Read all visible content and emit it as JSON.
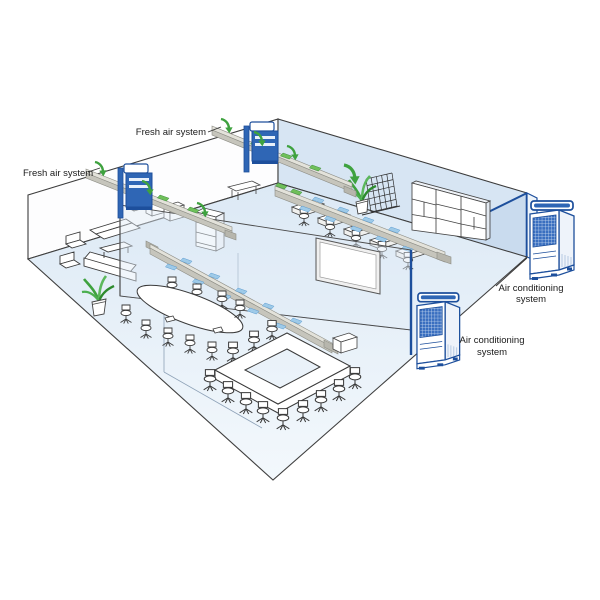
{
  "diagram": {
    "type": "isometric-illustration",
    "subject": "Office HVAC layout with fresh air system and air conditioning system",
    "labels": {
      "fresh_air": "Fresh air system",
      "ac_line1": "Air conditioning",
      "ac_line2": "system"
    },
    "colors": {
      "accent_navy": "#1d4f9c",
      "unit_blue": "#2f66b5",
      "wall_blue": "#d7e5f3",
      "duct_gray": "#d6d5cc",
      "vent_blue": "#9ecae8",
      "arrow_green": "#3fa23f",
      "outline": "#2b2b2b",
      "background": "#ffffff"
    },
    "components": [
      "fresh-air-duct",
      "fresh-air-wall-unit",
      "outdoor-ac-unit",
      "supply-vent",
      "airflow-arrow",
      "open-office-desk",
      "oval-conference-table",
      "u-shaped-conference-table",
      "lounge-sofa-set",
      "bookshelf",
      "whiteboard",
      "potted-plant",
      "trellis-partition"
    ]
  }
}
